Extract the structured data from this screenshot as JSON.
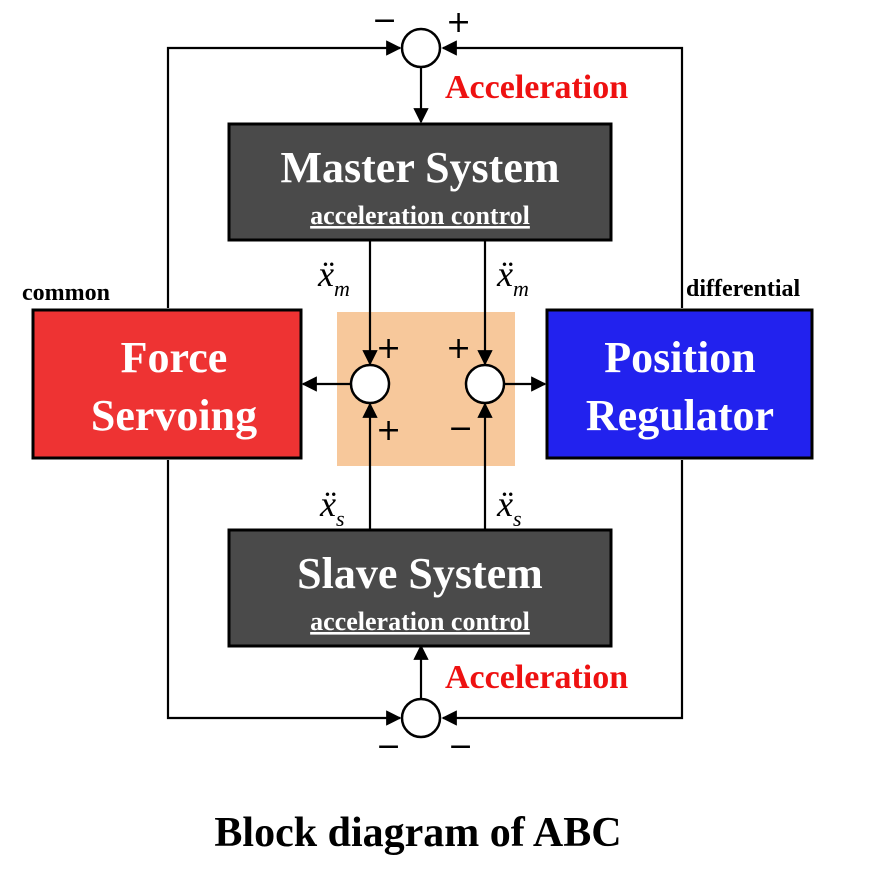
{
  "caption": "Block diagram of ABC",
  "master": {
    "title": "Master System",
    "subtitle": "acceleration control"
  },
  "slave": {
    "title": "Slave System",
    "subtitle": "acceleration control"
  },
  "force": {
    "line1": "Force",
    "line2": "Servoing"
  },
  "position": {
    "line1": "Position",
    "line2": "Regulator"
  },
  "labels": {
    "common": "common",
    "differential": "differential",
    "acc_top": "Acceleration",
    "acc_bottom": "Acceleration"
  },
  "signals": {
    "master_left": {
      "var": "ẍ",
      "sub": "m"
    },
    "master_right": {
      "var": "ẍ",
      "sub": "m"
    },
    "slave_left": {
      "var": "ẍ",
      "sub": "s"
    },
    "slave_right": {
      "var": "ẍ",
      "sub": "s"
    }
  },
  "signs": {
    "top_left": "−",
    "top_right": "+",
    "left_sum_top": "+",
    "left_sum_bottom": "+",
    "right_sum_top": "+",
    "right_sum_bottom": "−",
    "bottom_left": "−",
    "bottom_right": "−"
  },
  "colors": {
    "system_box": "#4a4a4a",
    "force_box": "#ee3333",
    "position_box": "#2222ee",
    "center_panel": "#f7c89b",
    "acceleration_text": "#ee1111"
  }
}
